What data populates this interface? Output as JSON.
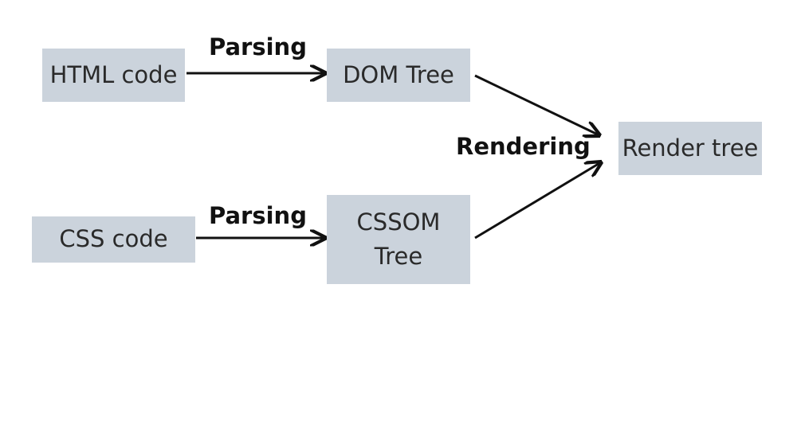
{
  "nodes": {
    "html_code": "HTML code",
    "dom_tree": "DOM Tree",
    "css_code": "CSS code",
    "cssom_tree": "CSSOM\nTree",
    "render_tree": "Render tree"
  },
  "edges": {
    "parsing_top": "Parsing",
    "parsing_bottom": "Parsing",
    "rendering": "Rendering"
  },
  "colors": {
    "box_fill": "#cbd3dc",
    "text": "#2a2a2a",
    "arrow": "#111111"
  }
}
